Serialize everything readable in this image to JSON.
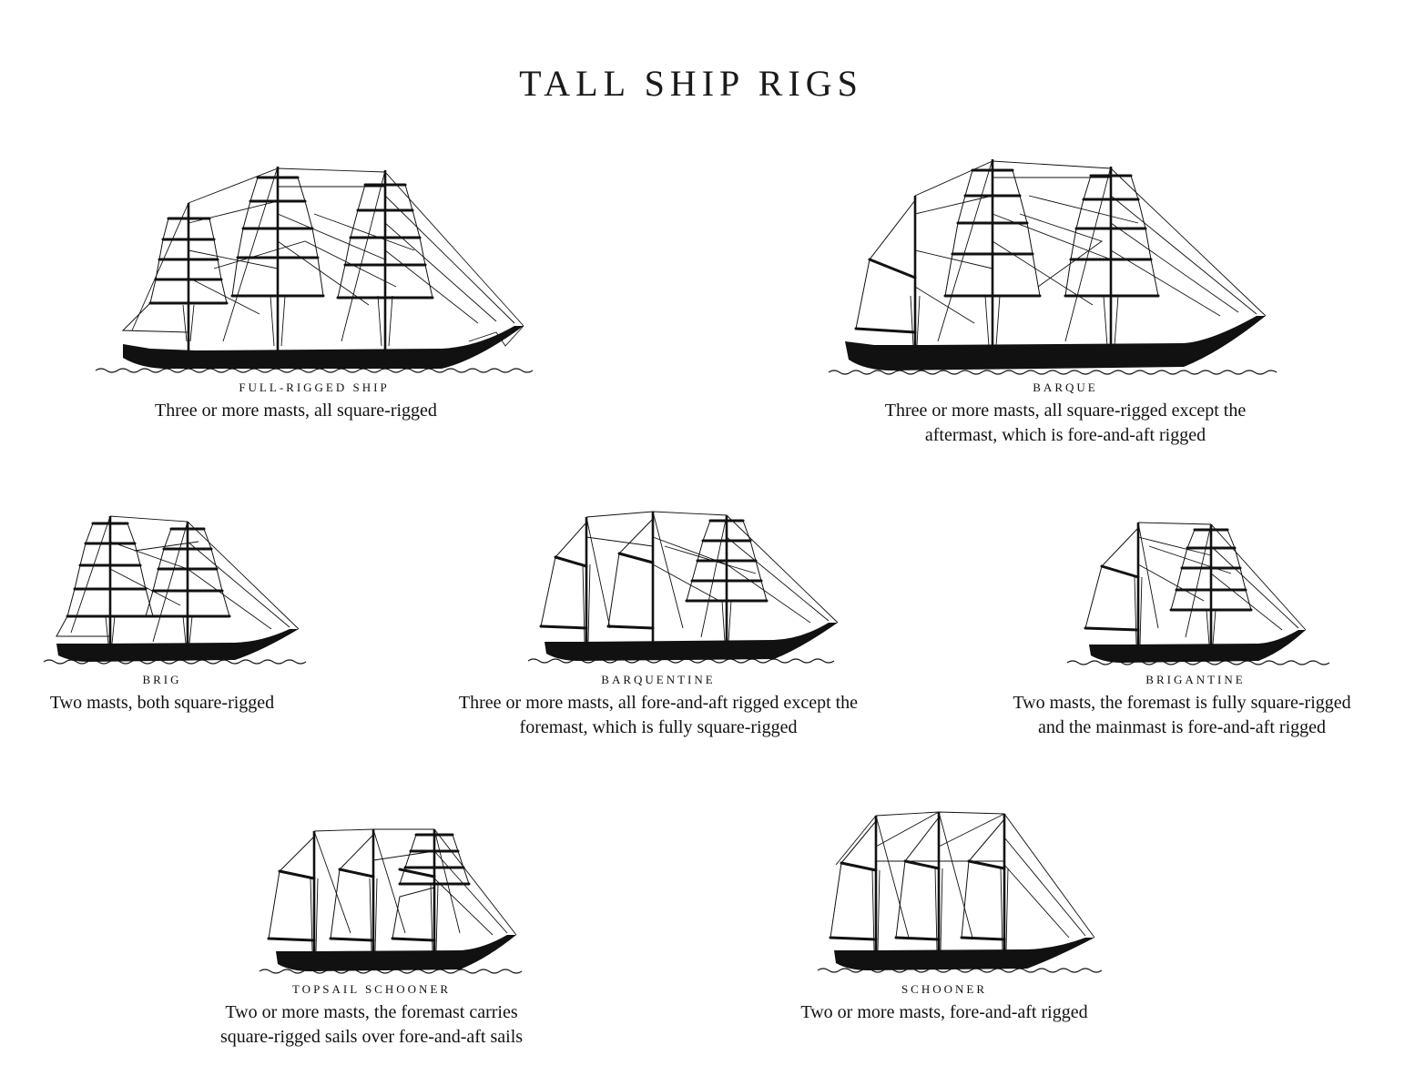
{
  "title": "TALL SHIP RIGS",
  "rigs": [
    {
      "name": "FULL-RIGGED SHIP",
      "description_lines": [
        "Three or more masts, all square-rigged"
      ]
    },
    {
      "name": "BARQUE",
      "description_lines": [
        "Three or more masts, all square-rigged except the",
        "aftermast, which is fore-and-aft rigged"
      ]
    },
    {
      "name": "BRIG",
      "description_lines": [
        "Two masts, both square-rigged"
      ]
    },
    {
      "name": "BARQUENTINE",
      "description_lines": [
        "Three or more masts, all fore-and-aft rigged except the",
        "foremast, which is fully square-rigged"
      ]
    },
    {
      "name": "BRIGANTINE",
      "description_lines": [
        "Two masts, the foremast is fully square-rigged",
        "and the mainmast is fore-and-aft rigged"
      ]
    },
    {
      "name": "TOPSAIL SCHOONER",
      "description_lines": [
        "Two or more masts, the foremast carries",
        "square-rigged sails over fore-and-aft sails"
      ]
    },
    {
      "name": "SCHOONER",
      "description_lines": [
        "Two or more masts, fore-and-aft rigged"
      ]
    }
  ]
}
